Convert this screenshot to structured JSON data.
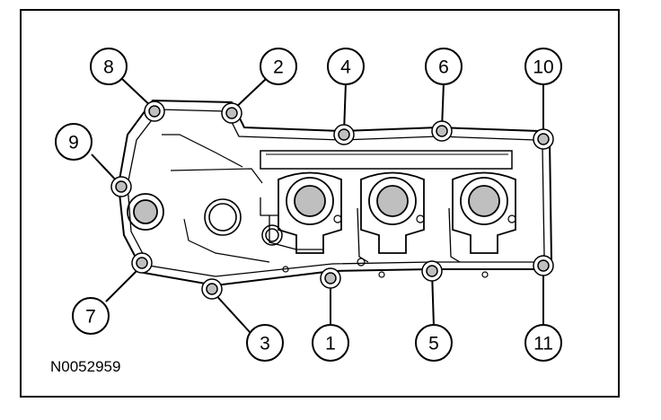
{
  "figure_id": "N0052959",
  "callouts": [
    {
      "label": "8"
    },
    {
      "label": "2"
    },
    {
      "label": "4"
    },
    {
      "label": "6"
    },
    {
      "label": "10"
    },
    {
      "label": "9"
    },
    {
      "label": "7"
    },
    {
      "label": "3"
    },
    {
      "label": "1"
    },
    {
      "label": "5"
    },
    {
      "label": "11"
    }
  ],
  "colors": {
    "ink": "#000000",
    "shade": "#bfbfbf",
    "paper": "#ffffff"
  }
}
